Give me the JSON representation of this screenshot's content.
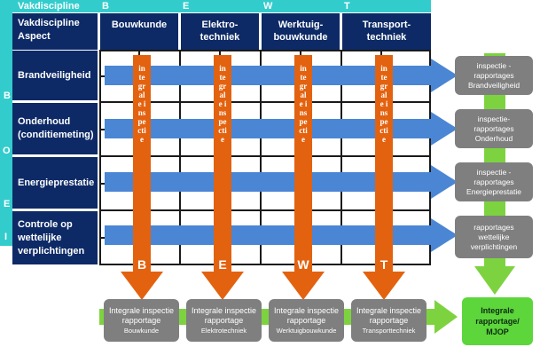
{
  "header": {
    "top_label": "Vakdiscipline",
    "label_line1": "Vakdiscipline",
    "label_line2": "Aspect",
    "columns": [
      {
        "letter": "B",
        "title_line1": "Bouwkunde",
        "title_line2": ""
      },
      {
        "letter": "E",
        "title_line1": "Elektro-",
        "title_line2": "techniek"
      },
      {
        "letter": "W",
        "title_line1": "Werktuig-",
        "title_line2": "bouwkunde"
      },
      {
        "letter": "T",
        "title_line1": "Transport-",
        "title_line2": "techniek"
      }
    ]
  },
  "rows": [
    {
      "letter": "B",
      "label": "Brandveiligheid"
    },
    {
      "letter": "O",
      "label": "Onderhoud (conditiemeting)"
    },
    {
      "letter": "E",
      "label": "Energieprestatie"
    },
    {
      "letter": "I",
      "label": "Controle op wettelijke verplichtingen"
    }
  ],
  "vertical_arrows": [
    {
      "text": "integrale inspectie",
      "letter": "B"
    },
    {
      "text": "integrale inspectie",
      "letter": "E"
    },
    {
      "text": "integrale inspectie",
      "letter": "W"
    },
    {
      "text": "integrale inspectie",
      "letter": "T"
    }
  ],
  "side_boxes": [
    {
      "line1": "inspectie",
      "line2": "- rapportages",
      "line3": "Brandveiligheid"
    },
    {
      "line1": "inspectie-",
      "line2": "rapportages",
      "line3": "Onderhoud"
    },
    {
      "line1": "inspectie -",
      "line2": "rapportages",
      "line3": "Energieprestatie"
    },
    {
      "line1": "rapportages",
      "line2": "wettelijke",
      "line3": "verplichtingen"
    }
  ],
  "bottom_boxes": [
    {
      "line1": "Integrale inspectie",
      "line2": "rapportage",
      "line3": "Bouwkunde"
    },
    {
      "line1": "Integrale inspectie",
      "line2": "rapportage",
      "line3": "Elektrotechniek"
    },
    {
      "line1": "Integrale inspectie",
      "line2": "rapportage",
      "line3": "Werktuigbouwkunde"
    },
    {
      "line1": "Integrale inspectie",
      "line2": "rapportage",
      "line3": "Transporttechniek"
    }
  ],
  "final_box": {
    "line1": "Integrale",
    "line2": "rapportage/",
    "line3": "MJOP"
  },
  "colors": {
    "navy": "#0d2a66",
    "cyan": "#33cccc",
    "blue_arrow": "#4a86d4",
    "orange_arrow": "#e3620f",
    "green_arrow": "#7dd33f",
    "gray_box": "#7f7f7f",
    "final_green": "#5cd63b"
  }
}
